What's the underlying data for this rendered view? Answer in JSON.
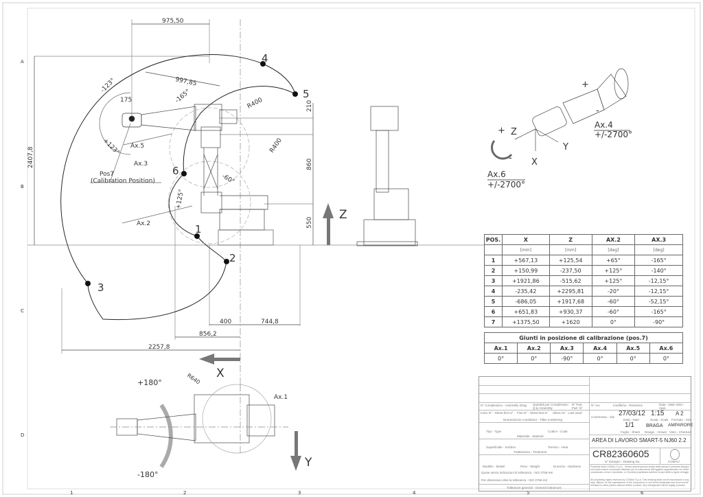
{
  "frame": {
    "rows": [
      "A",
      "B",
      "C",
      "D"
    ],
    "columns": [
      "1",
      "2",
      "3",
      "4",
      "5",
      "6"
    ]
  },
  "side_view": {
    "dimensions": {
      "top_width": "975,50",
      "reach_997": "997,85",
      "height_total": "2407,8",
      "wrist_175": "175",
      "d210": "210",
      "d860": "860",
      "d550": "550",
      "d400": "400",
      "d744": "744,8",
      "d856": "856,2",
      "d2257": "2257,8",
      "radius1": "R400",
      "radius2": "R400"
    },
    "angles": {
      "a_minus123": "-123°",
      "a_plus123": "+123°",
      "a_minus165": "-165°",
      "a_minus60": "-60°",
      "a_plus125": "+125°"
    },
    "labels": {
      "ax5": "Ax.5",
      "ax3": "Ax.3",
      "ax2": "Ax.2",
      "pos7": "Pos7",
      "calib": "(Calibration Position)"
    },
    "points": [
      "1",
      "2",
      "3",
      "4",
      "5",
      "6"
    ],
    "axes": {
      "z": "Z",
      "x": "X",
      "y": "Y"
    }
  },
  "top_view": {
    "plus180": "+180°",
    "minus180": "-180°",
    "radius": "R640",
    "ax1": "Ax.1"
  },
  "wrist_view": {
    "plus": "+",
    "minus": "-",
    "z": "Z",
    "y": "Y",
    "x": "X",
    "ax4": "Ax.4",
    "ax4_range": "+/-2700°",
    "ax6": "Ax.6",
    "ax6_range": "+/-2700°"
  },
  "positions_table": {
    "headers": [
      "POS.",
      "X",
      "Z",
      "AX.2",
      "AX.3"
    ],
    "units": [
      "",
      "[mm]",
      "[mm]",
      "[deg]",
      "[deg]"
    ],
    "rows": [
      [
        "1",
        "+567,13",
        "+125,54",
        "+65°",
        "-165°"
      ],
      [
        "2",
        "+150,99",
        "-237,50",
        "+125°",
        "-140°"
      ],
      [
        "3",
        "+1921,86",
        "-515,62",
        "+125°",
        "-12,15°"
      ],
      [
        "4",
        "-235,42",
        "+2295,81",
        "-20°",
        "-12,15°"
      ],
      [
        "5",
        "-686,05",
        "+1917,68",
        "-60°",
        "-52,15°"
      ],
      [
        "6",
        "+651,83",
        "+930,37",
        "-60°",
        "-165°"
      ],
      [
        "7",
        "+1375,50",
        "+1620",
        "0°",
        "-90°"
      ]
    ]
  },
  "calibration_table": {
    "title": "Giunti in posizione di calibrazione (pos.7)",
    "headers": [
      "Ax.1",
      "Ax.2",
      "Ax.3",
      "Ax.4",
      "Ax.5",
      "Ax.6"
    ],
    "values": [
      "0°",
      "0°",
      "-90°",
      "0°",
      "0°",
      "0°"
    ]
  },
  "title_block": {
    "assembly_label": "N° Complessivo - Assembly Drwg",
    "qty_label": "Quantità per Complessivo Q.ty Assembly",
    "part_label": "N° Part. Part. N°",
    "rev_no_label": "N° rev.",
    "rev_label": "modifiche - Revisions",
    "rev_date_label": "Data - Date  Visto - Appr.",
    "sheet_first_label": "Inizio N° - Sheet first N°",
    "sheet_last_label": "Fine N° - Sheet last N°",
    "last_used_label": "Ultimo N° - Last used",
    "numbering_label": "Numerazione condutture - Tilles numbering",
    "type_label": "Tipo - Type",
    "code_label": "Codice - Code",
    "material_label": "Materiale - Material",
    "surface_label": "Superficiale - Surface",
    "heat_label": "Termico - Heat",
    "treatment_label": "Trattamento - Treatment",
    "model_label": "Modello - Model",
    "weight_label": "Peso - Weight",
    "hardness_label": "Durezza - Hardness",
    "tol_note1": "Quote senza indicazioni di tolleranza - ISO 2768-mK",
    "tol_note2": "Per dimensioni oltre la tolleranza - ISO 2768-mK",
    "tol_general": "Tolleranze generali - General tolerances",
    "commessa_label": "Commessa - Job",
    "date": "27/03/12",
    "date_label": "Data - Date",
    "scale": "1:15",
    "scale_label": "Scala - Scale",
    "format": "A 2",
    "format_label": "Formato - Size",
    "sheet": "1/1",
    "sheet_label": "Foglio - Sheet",
    "designer": "BRAGA",
    "designer_label": "Disegn. - Drawn",
    "checker": "AMPARORE",
    "checker_label": "Visto - Checked",
    "title": "AREA DI LAVORO SMART-5 NJ60 2.2",
    "drawing_no": "CR82360605",
    "drawing_no_label": "N° Disegno - Drawing No.",
    "logo_text": "COMAU",
    "legal_it": "Proprietà della COMAU S.p.A. - Senza autorizzazione scritta della stessa il presente disegno non potrà essere comunque utilizzato per la costruzione dell'oggetto rappresentato né venire comunicato a terzi o riprodotto. Le Società proprietaria tutelerà i propri diritti a rigore di legge.",
    "legal_en": "All proprietary rights reserved by COMAU S.p.A. This drawing shall not be reproduced in any way, utilized, for the manufacture of the component or unit herein illustrated and must not be released to other parties without written consent. Any infringement will be legally pursued."
  }
}
